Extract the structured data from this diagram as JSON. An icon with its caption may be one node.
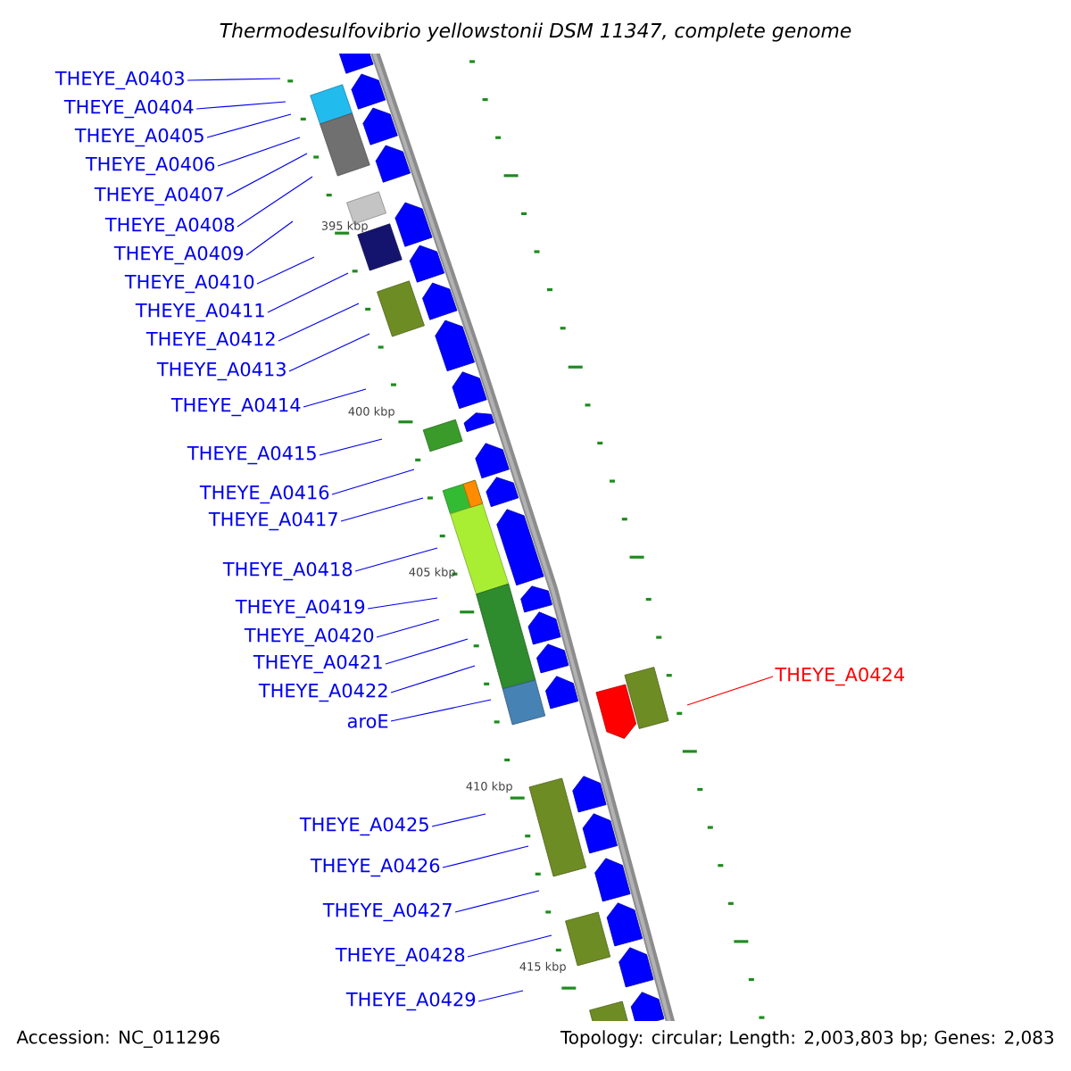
{
  "diagram": {
    "title": "Thermodesulfovibrio yellowstonii DSM 11347, complete genome",
    "nodes": [
      {
        "text": [
          "THEYE_A0403"
        ]
      },
      {
        "text": [
          "THEYE_A0404"
        ]
      },
      {
        "text": [
          "THEYE_A0405"
        ]
      },
      {
        "text": [
          "THEYE_A0406"
        ]
      },
      {
        "text": [
          "THEYE_A0407"
        ]
      },
      {
        "text": [
          "THEYE_A0408"
        ]
      },
      {
        "text": [
          "THEYE_A0409"
        ]
      },
      {
        "text": [
          "THEYE_A0410"
        ]
      },
      {
        "text": [
          "THEYE_A0411"
        ]
      },
      {
        "text": [
          "THEYE_A0412"
        ]
      },
      {
        "text": [
          "THEYE_A0413"
        ]
      },
      {
        "text": [
          "THEYE_A0414"
        ]
      },
      {
        "text": [
          "THEYE_A0415"
        ]
      },
      {
        "text": [
          "THEYE_A0416"
        ]
      },
      {
        "text": [
          "THEYE_A0417"
        ]
      },
      {
        "text": [
          "THEYE_A0418"
        ]
      },
      {
        "text": [
          "THEYE_A0419"
        ]
      },
      {
        "text": [
          "THEYE_A0420"
        ]
      },
      {
        "text": [
          "THEYE_A0421"
        ]
      },
      {
        "text": [
          "THEYE_A0424"
        ]
      },
      {
        "text": [
          "THEYE_A0422"
        ]
      },
      {
        "text": [
          "aroE"
        ]
      },
      {
        "text": [
          "THEYE_A0425"
        ]
      },
      {
        "text": [
          "THEYE_A0426"
        ]
      },
      {
        "text": [
          "THEYE_A0427"
        ]
      },
      {
        "text": [
          "THEYE_A0428"
        ]
      },
      {
        "text": [
          "THEYE_A0429"
        ]
      }
    ],
    "edges": [
      {
        "from": 0,
        "to": null,
        "arrow": "none"
      },
      {
        "from": 1,
        "to": null,
        "arrow": "none"
      },
      {
        "from": 2,
        "to": null,
        "arrow": "none"
      },
      {
        "from": 3,
        "to": null,
        "arrow": "none"
      },
      {
        "from": 4,
        "to": null,
        "arrow": "none"
      },
      {
        "from": 5,
        "to": null,
        "arrow": "none"
      },
      {
        "from": 6,
        "to": null,
        "arrow": "none"
      },
      {
        "from": 7,
        "to": null,
        "arrow": "none"
      },
      {
        "from": 8,
        "to": null,
        "arrow": "none"
      },
      {
        "from": 9,
        "to": null,
        "arrow": "none"
      },
      {
        "from": 10,
        "to": null,
        "arrow": "none"
      },
      {
        "from": 11,
        "to": null,
        "arrow": "none"
      },
      {
        "from": 12,
        "to": null,
        "arrow": "none"
      },
      {
        "from": 13,
        "to": null,
        "arrow": "none"
      },
      {
        "from": 14,
        "to": null,
        "arrow": "none"
      },
      {
        "from": 15,
        "to": null,
        "arrow": "none"
      },
      {
        "from": 16,
        "to": null,
        "arrow": "none"
      },
      {
        "from": 17,
        "to": null,
        "arrow": "none"
      },
      {
        "from": 18,
        "to": null,
        "arrow": "none"
      },
      {
        "from": 19,
        "to": null,
        "arrow": "none",
        "color": "#ff0000"
      },
      {
        "from": 20,
        "to": null,
        "arrow": "none"
      },
      {
        "from": 21,
        "to": null,
        "arrow": "none"
      },
      {
        "from": 22,
        "to": null,
        "arrow": "none"
      },
      {
        "from": 23,
        "to": null,
        "arrow": "none"
      },
      {
        "from": 24,
        "to": null,
        "arrow": "none"
      },
      {
        "from": 25,
        "to": null,
        "arrow": "none"
      },
      {
        "from": 26,
        "to": null,
        "arrow": "none"
      }
    ],
    "labels": [
      "395 kbp",
      "400 kbp",
      "405 kbp",
      "410 kbp",
      "415 kbp",
      "Accession: NC_011296",
      "Topology: circular; Length: 2,003,803 bp; Genes: 2,083"
    ]
  }
}
